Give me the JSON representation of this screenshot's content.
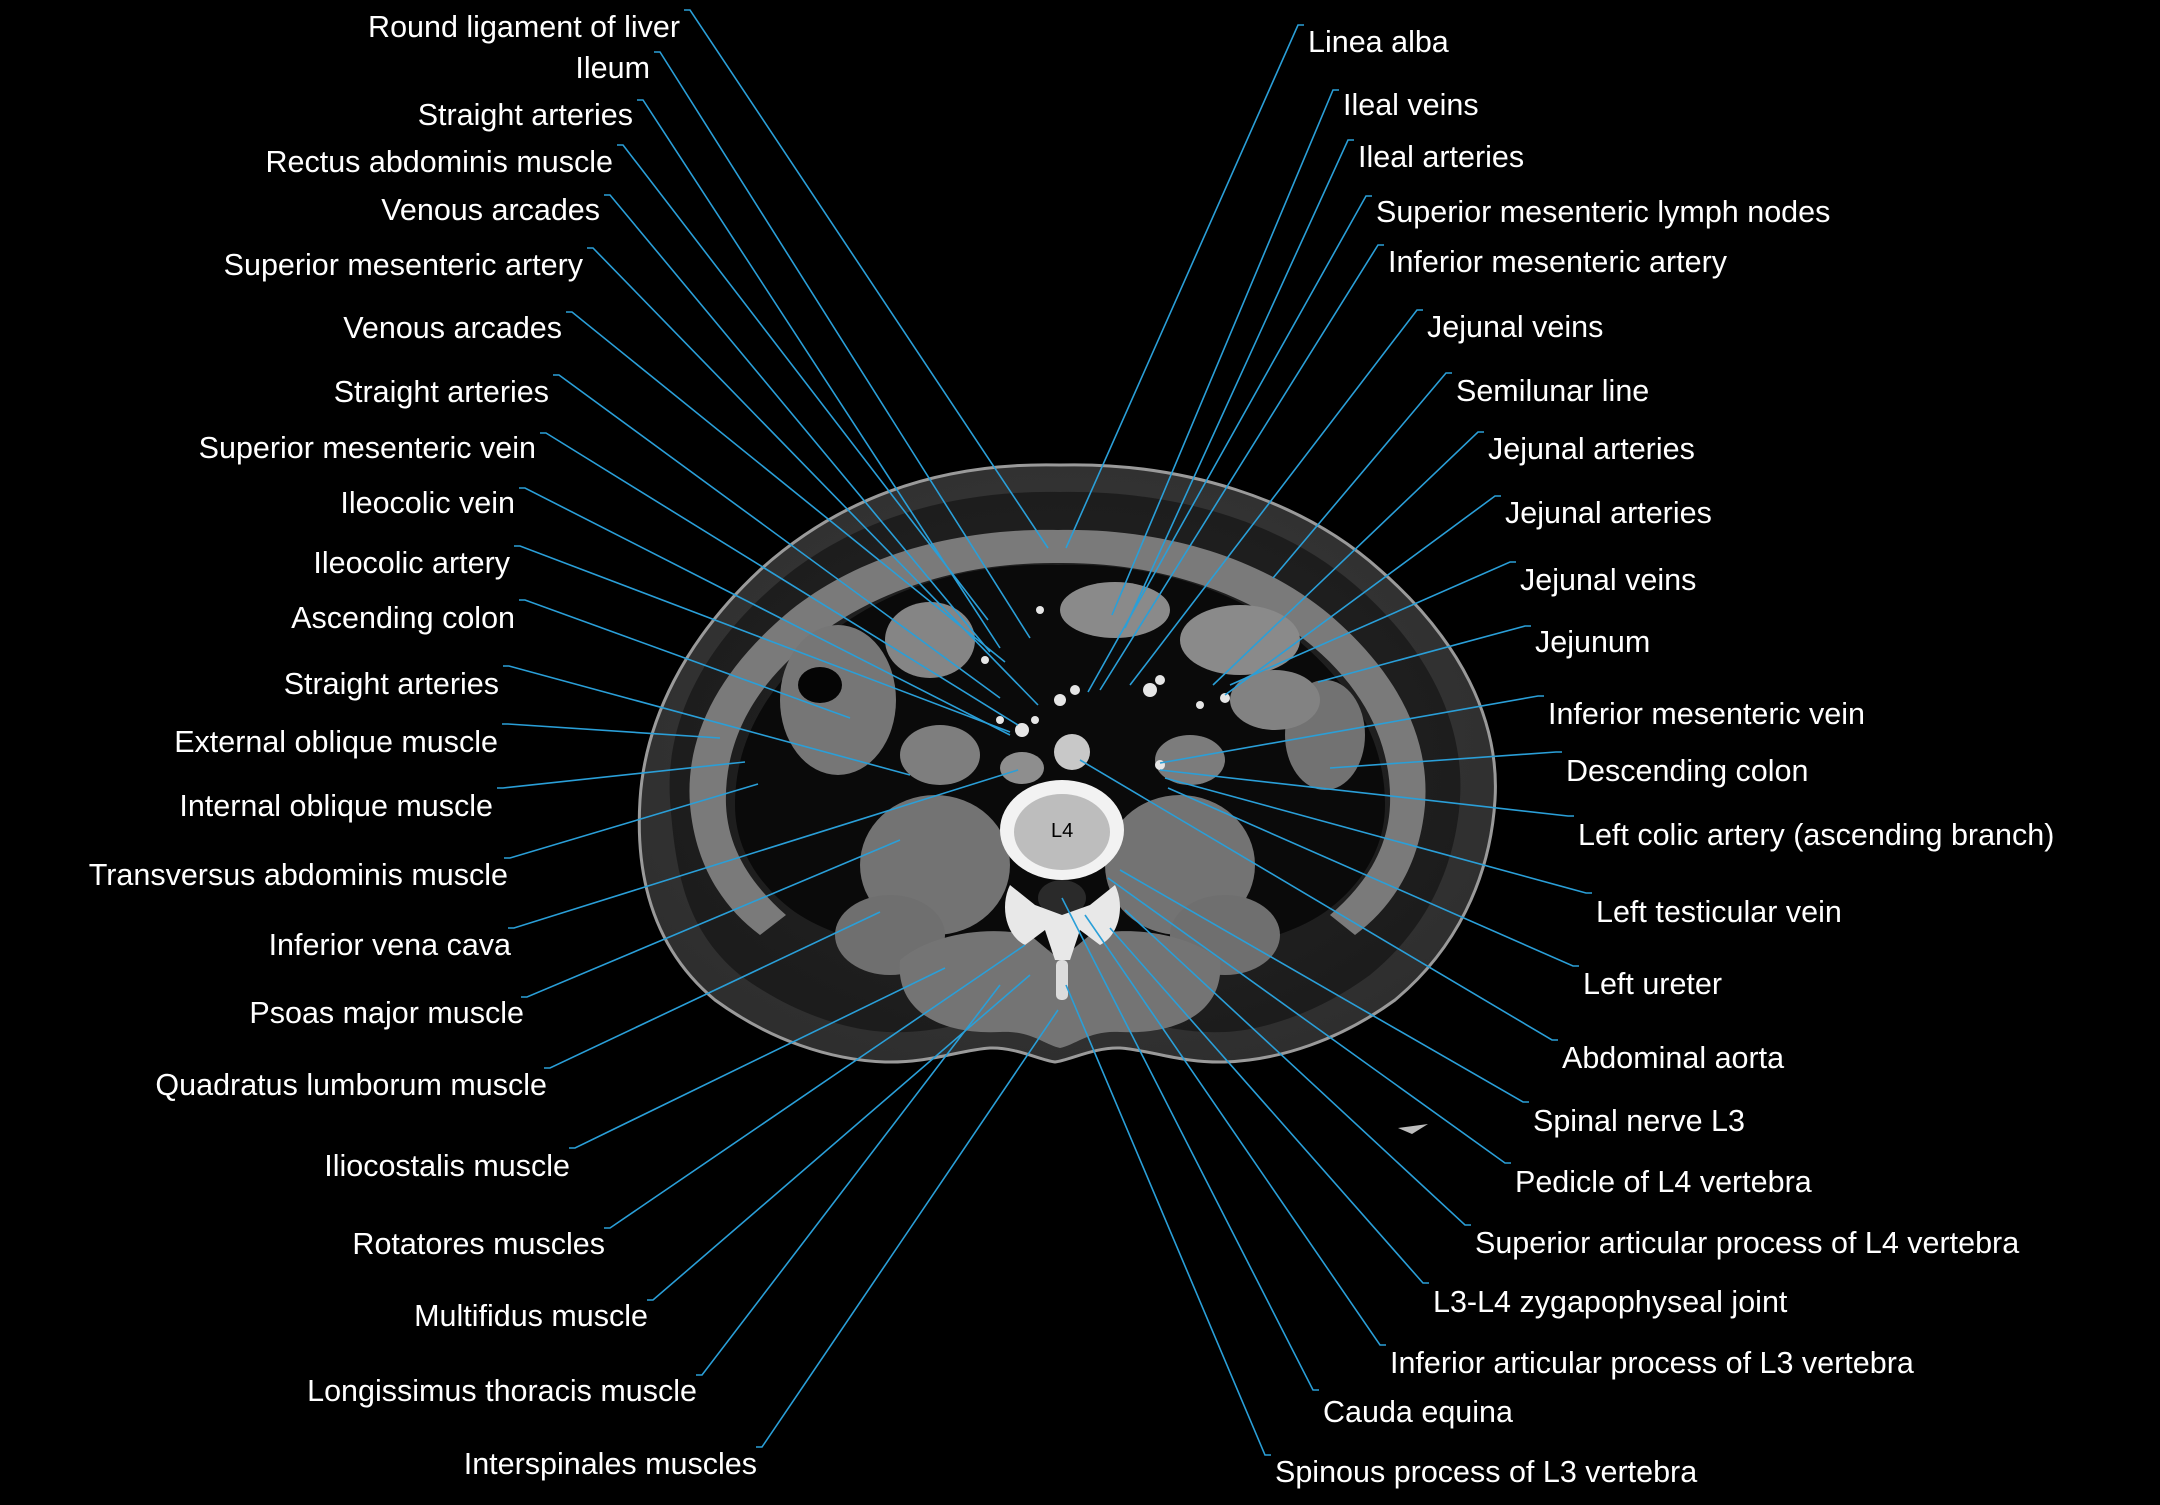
{
  "colors": {
    "background": "#000000",
    "leader": "#2a9fd8",
    "label": "#ffffff"
  },
  "scan": {
    "vertebra_label": "L4"
  },
  "labels": [
    {
      "id": "round-ligament-of-liver",
      "text": "Round ligament of liver"
    },
    {
      "id": "ileum",
      "text": "Ileum"
    },
    {
      "id": "straight-arteries-1",
      "text": "Straight arteries"
    },
    {
      "id": "rectus-abdominis-muscle",
      "text": "Rectus abdominis muscle"
    },
    {
      "id": "venous-arcades-1",
      "text": "Venous arcades"
    },
    {
      "id": "superior-mesenteric-artery",
      "text": "Superior mesenteric artery"
    },
    {
      "id": "venous-arcades-2",
      "text": "Venous arcades"
    },
    {
      "id": "straight-arteries-2",
      "text": "Straight arteries"
    },
    {
      "id": "superior-mesenteric-vein",
      "text": "Superior mesenteric vein"
    },
    {
      "id": "ileocolic-vein",
      "text": "Ileocolic vein"
    },
    {
      "id": "ileocolic-artery",
      "text": "Ileocolic  artery"
    },
    {
      "id": "ascending-colon",
      "text": "Ascending colon"
    },
    {
      "id": "straight-arteries-3",
      "text": "Straight arteries"
    },
    {
      "id": "external-oblique-muscle",
      "text": "External oblique muscle"
    },
    {
      "id": "internal-oblique-muscle",
      "text": "Internal oblique muscle"
    },
    {
      "id": "transversus-abdominis-muscle",
      "text": "Transversus abdominis muscle"
    },
    {
      "id": "inferior-vena-cava",
      "text": "Inferior vena cava"
    },
    {
      "id": "psoas-major-muscle",
      "text": "Psoas major muscle"
    },
    {
      "id": "quadratus-lumborum-muscle",
      "text": "Quadratus lumborum muscle"
    },
    {
      "id": "iliocostalis-muscle",
      "text": "Iliocostalis muscle"
    },
    {
      "id": "rotatores-muscles",
      "text": "Rotatores muscles"
    },
    {
      "id": "multifidus-muscle",
      "text": "Multifidus muscle"
    },
    {
      "id": "longissimus-thoracis-muscle",
      "text": "Longissimus thoracis muscle"
    },
    {
      "id": "interspinales-muscles",
      "text": "Interspinales muscles"
    },
    {
      "id": "linea-alba",
      "text": "Linea alba"
    },
    {
      "id": "ileal-veins",
      "text": "Ileal veins"
    },
    {
      "id": "ileal-arteries",
      "text": "Ileal arteries"
    },
    {
      "id": "superior-mesenteric-lymph-nodes",
      "text": "Superior mesenteric lymph nodes"
    },
    {
      "id": "inferior-mesenteric-artery",
      "text": "Inferior mesenteric artery"
    },
    {
      "id": "jejunal-veins-1",
      "text": "Jejunal veins"
    },
    {
      "id": "semilunar-line",
      "text": "Semilunar line"
    },
    {
      "id": "jejunal-arteries-1",
      "text": "Jejunal arteries"
    },
    {
      "id": "jejunal-arteries-2",
      "text": "Jejunal arteries"
    },
    {
      "id": "jejunal-veins-2",
      "text": "Jejunal veins"
    },
    {
      "id": "jejunum",
      "text": "Jejunum"
    },
    {
      "id": "inferior-mesenteric-vein",
      "text": "Inferior mesenteric vein"
    },
    {
      "id": "descending-colon",
      "text": "Descending colon"
    },
    {
      "id": "left-colic-artery",
      "text": "Left colic  artery (ascending  branch)"
    },
    {
      "id": "left-testicular-vein",
      "text": "Left testicular vein"
    },
    {
      "id": "left-ureter",
      "text": "Left ureter"
    },
    {
      "id": "abdominal-aorta",
      "text": "Abdominal aorta"
    },
    {
      "id": "spinal-nerve-l3",
      "text": "Spinal nerve L3"
    },
    {
      "id": "pedicle-of-l4-vertebra",
      "text": "Pedicle of L4 vertebra"
    },
    {
      "id": "superior-articular-process-l4",
      "text": "Superior articular process of L4 vertebra"
    },
    {
      "id": "l3-l4-zygapophyseal-joint",
      "text": "L3-L4 zygapophyseal joint"
    },
    {
      "id": "inferior-articular-process-l3",
      "text": "Inferior articular process of L3 vertebra"
    },
    {
      "id": "cauda-equina",
      "text": "Cauda equina"
    },
    {
      "id": "spinous-process-l3",
      "text": "Spinous process of L3 vertebra"
    }
  ]
}
